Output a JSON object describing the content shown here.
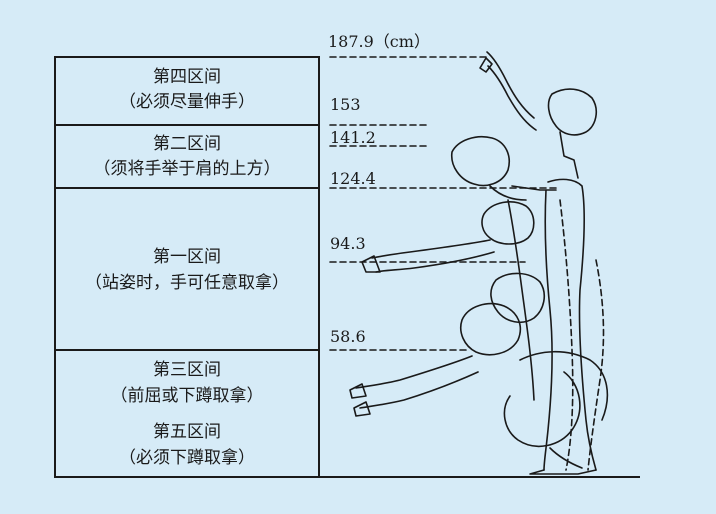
{
  "zones": [
    {
      "title": "第四区间",
      "note": "（必须尽量伸手）"
    },
    {
      "title": "第二区间",
      "note": "（须将手举于肩的上方）"
    },
    {
      "title": "第一区间",
      "note": "（站姿时，手可任意取拿）"
    },
    {
      "title": "第三区间",
      "note": "（前屈或下蹲取拿）"
    },
    {
      "title": "第五区间",
      "note": "（必须下蹲取拿）"
    }
  ],
  "height_marks": [
    {
      "label": "187.9（cm）"
    },
    {
      "label": "153"
    },
    {
      "label": "141.2"
    },
    {
      "label": "124.4"
    },
    {
      "label": "94.3"
    },
    {
      "label": "58.6"
    }
  ],
  "colors": {
    "background": "#d6ebf7",
    "ink": "#1a1a1a"
  }
}
